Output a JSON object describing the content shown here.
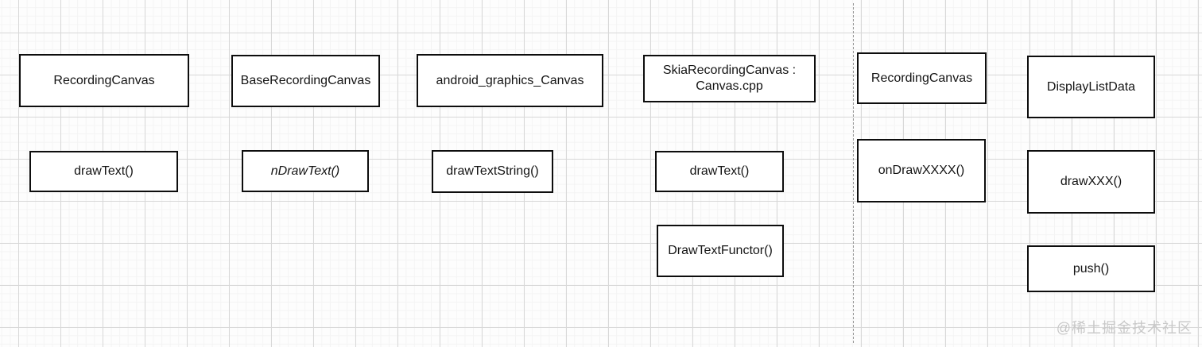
{
  "diagram": {
    "boxes": [
      {
        "id": "class-recording-canvas-java",
        "label": "RecordingCanvas"
      },
      {
        "id": "class-base-recording-canvas",
        "label": "BaseRecordingCanvas"
      },
      {
        "id": "class-android-graphics-canvas",
        "label": "android_graphics_Canvas"
      },
      {
        "id": "class-skia-recording-canvas",
        "label": "SkiaRecordingCanvas : Canvas.cpp"
      },
      {
        "id": "class-recording-canvas-native",
        "label": "RecordingCanvas"
      },
      {
        "id": "class-display-list-data",
        "label": "DisplayListData"
      },
      {
        "id": "method-draw-text-java",
        "label": "drawText()"
      },
      {
        "id": "method-n-draw-text",
        "label": "nDrawText()"
      },
      {
        "id": "method-draw-text-string",
        "label": "drawTextString()"
      },
      {
        "id": "method-draw-text-cpp",
        "label": "drawText()"
      },
      {
        "id": "method-on-draw-xxxx",
        "label": "onDrawXXXX()"
      },
      {
        "id": "method-draw-xxx",
        "label": "drawXXX()"
      },
      {
        "id": "method-draw-text-functor",
        "label": "DrawTextFunctor()"
      },
      {
        "id": "method-push",
        "label": "push()"
      }
    ],
    "watermark": "@稀土掘金技术社区"
  },
  "colors": {
    "box_border": "#0d0d0d",
    "box_fill": "#ffffff",
    "grid_major": "#d8d8d8",
    "grid_minor": "#f4f4f4",
    "dashed_divider": "#979797",
    "watermark": "#c8c8c8"
  }
}
